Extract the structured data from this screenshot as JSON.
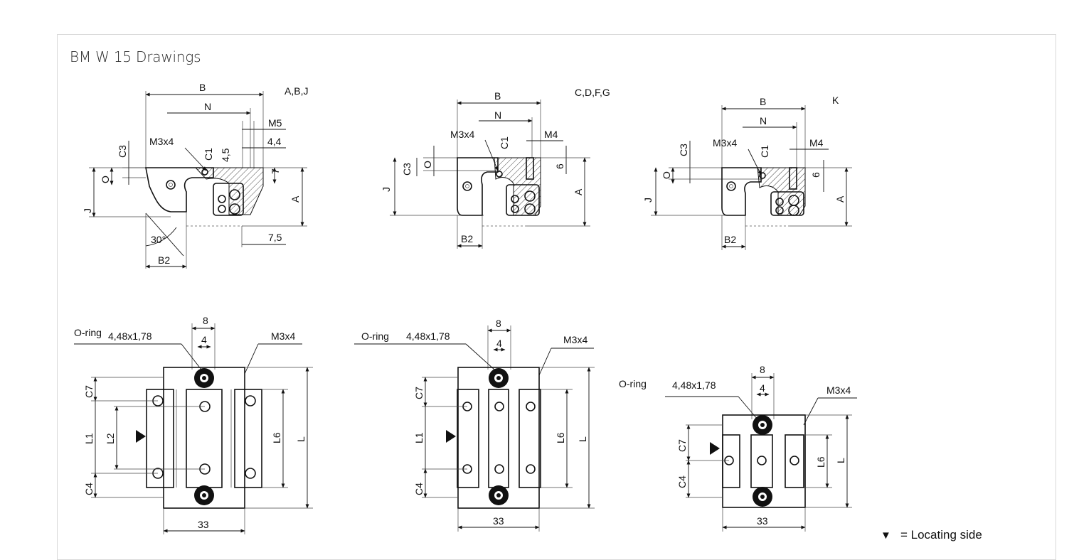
{
  "title": "BM W 15 Drawings",
  "variants": {
    "v1": "A,B,J",
    "v2": "C,D,F,G",
    "v3": "K"
  },
  "labels": {
    "B": "B",
    "N": "N",
    "J": "J",
    "A": "A",
    "O": "O",
    "C1": "C1",
    "C3": "C3",
    "C4": "C4",
    "C7": "C7",
    "B2": "B2",
    "L": "L",
    "L1": "L1",
    "L2": "L2",
    "L6": "L6",
    "M5": "M5",
    "M4": "M4",
    "M3x4": "M3x4",
    "d44": "4,4",
    "d45": "4,5",
    "d7": "7",
    "d75": "7,5",
    "d6": "6",
    "angle": "30°",
    "d8": "8",
    "d4": "4",
    "d33": "33",
    "oring": "O-ring",
    "oring_size": "4,48x1,78"
  },
  "legend": {
    "symbol": "▼",
    "text": "= Locating side"
  }
}
